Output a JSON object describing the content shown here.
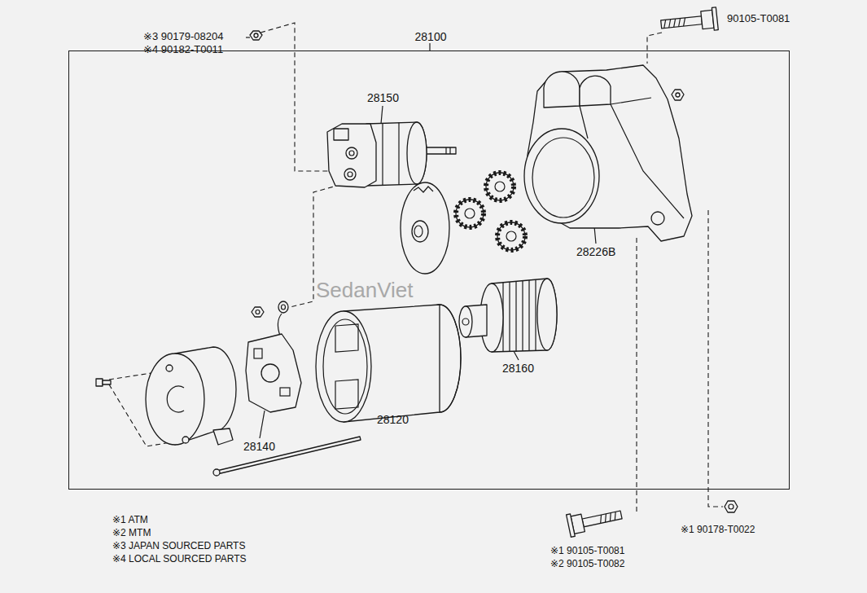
{
  "diagram": {
    "nodes": [
      {
        "text": [
          "28100"
        ]
      }
    ],
    "labels": [
      "※3 90179-08204",
      "※4 90182-T0011",
      "28150",
      "90105-T0081",
      "28226B",
      "28160",
      "28120",
      "28140",
      "SedanViet",
      "※1 ATM",
      "※2 MTM",
      "※3 JAPAN SOURCED PARTS",
      "※4 LOCAL SOURCED PARTS",
      "※1 90105-T0081",
      "※2 90105-T0082",
      "※1 90178-T0022"
    ]
  }
}
